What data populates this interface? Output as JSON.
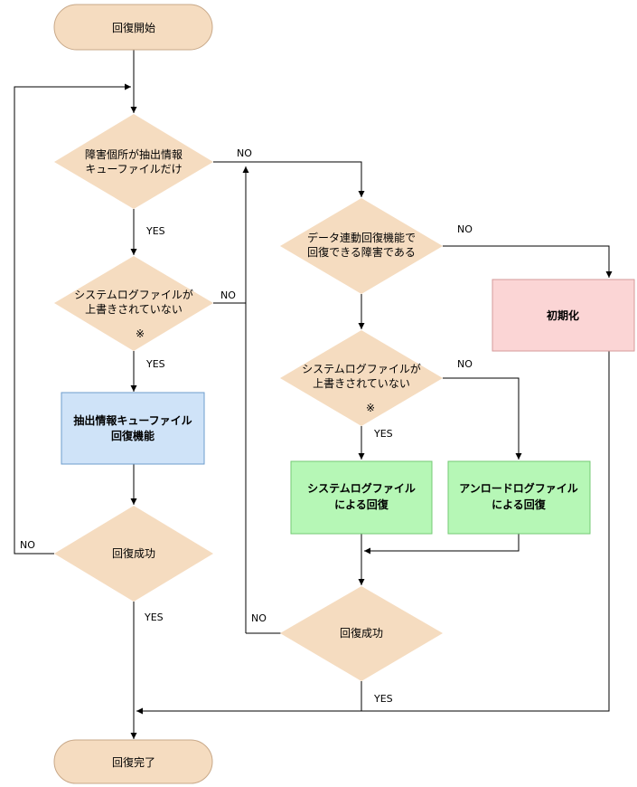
{
  "nodes": {
    "start": "回復開始",
    "d1": [
      "障害個所が抽出情報",
      "キューファイルだけ"
    ],
    "d2": [
      "システムログファイルが",
      "上書きされていない",
      "※"
    ],
    "p1": [
      "抽出情報キューファイル",
      "回復機能"
    ],
    "d3": "回復成功",
    "d4": [
      "データ連動回復機能で",
      "回復できる障害である"
    ],
    "d5": [
      "システムログファイルが",
      "上書きされていない",
      "※"
    ],
    "p2": [
      "システムログファイル",
      "による回復"
    ],
    "p3": [
      "アンロードログファイル",
      "による回復"
    ],
    "p4": "初期化",
    "d6": "回復成功",
    "end": "回復完了"
  },
  "labels": {
    "d1_no": "NO",
    "d1_yes": "YES",
    "d2_no": "NO",
    "d2_yes": "YES",
    "d3_no": "NO",
    "d3_yes": "YES",
    "d4_no": "NO",
    "d5_no": "NO",
    "d5_yes": "YES",
    "d6_no": "NO",
    "d6_yes": "YES"
  }
}
